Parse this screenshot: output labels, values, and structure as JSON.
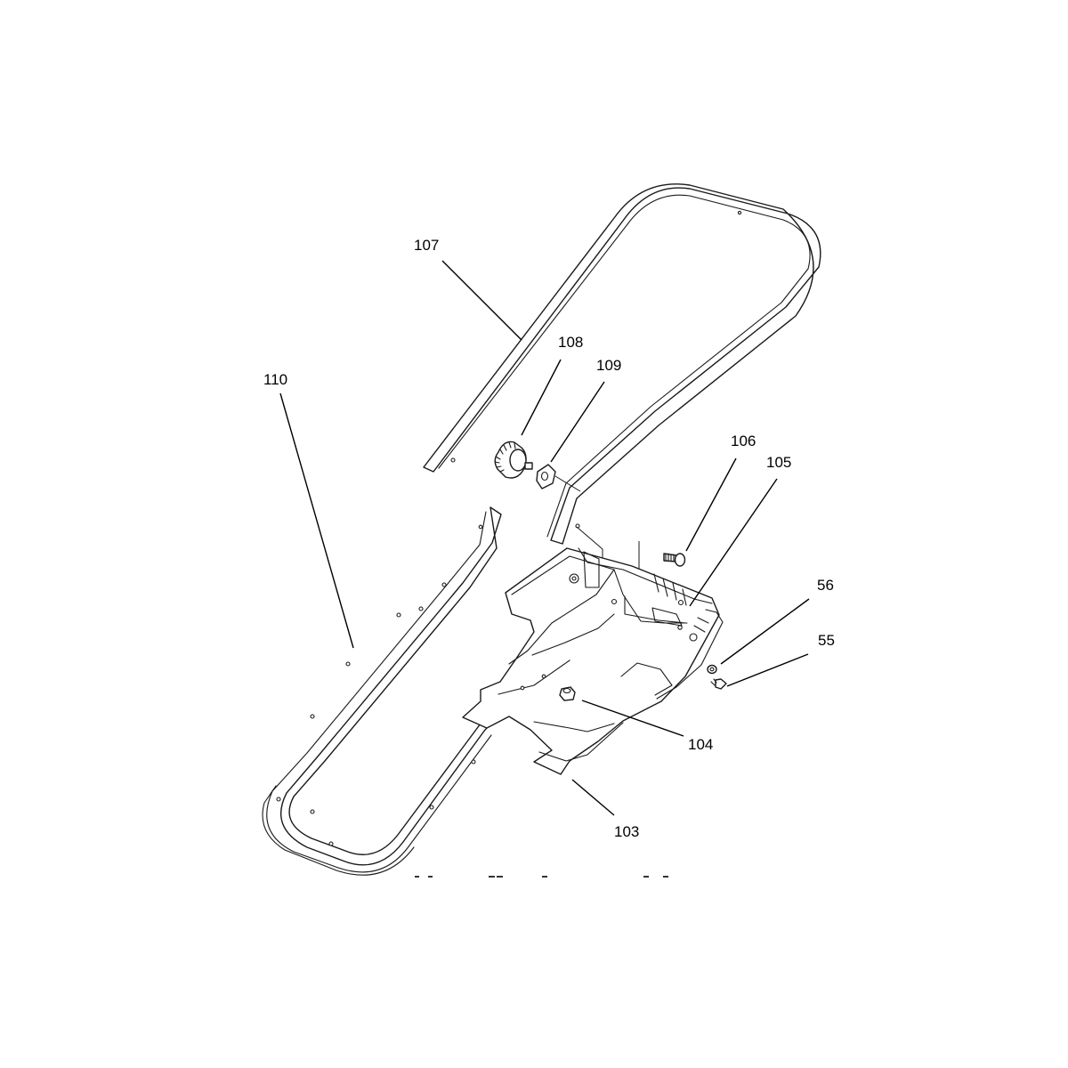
{
  "callouts": [
    {
      "id": "107",
      "label": "107"
    },
    {
      "id": "108",
      "label": "108"
    },
    {
      "id": "109",
      "label": "109"
    },
    {
      "id": "110",
      "label": "110"
    },
    {
      "id": "106",
      "label": "106"
    },
    {
      "id": "105",
      "label": "105"
    },
    {
      "id": "56",
      "label": "56"
    },
    {
      "id": "55",
      "label": "55"
    },
    {
      "id": "104",
      "label": "104"
    },
    {
      "id": "103",
      "label": "103"
    }
  ],
  "colors": {
    "line": "#1a1a1a",
    "background": "#ffffff"
  }
}
